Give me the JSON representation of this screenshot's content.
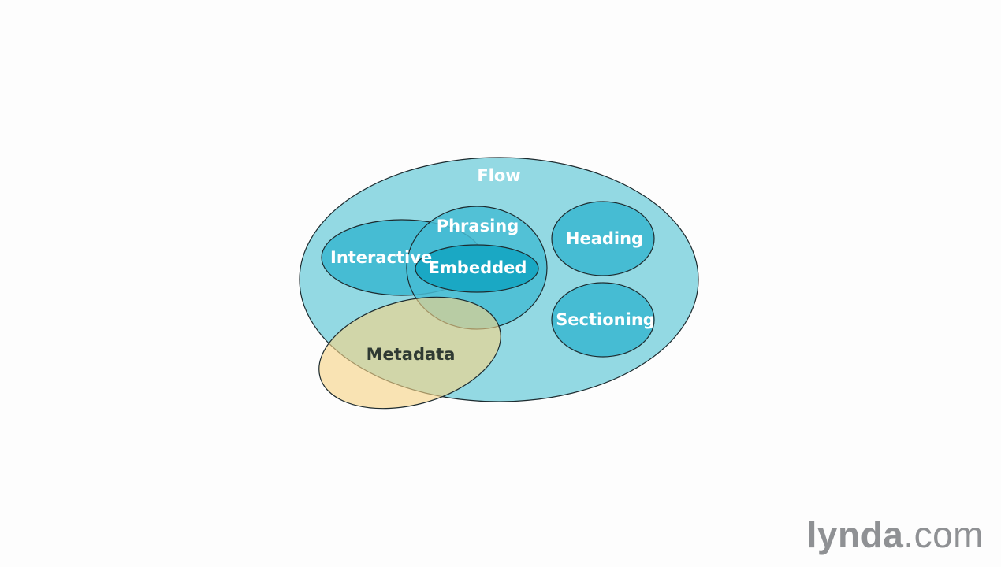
{
  "diagram": {
    "flow": {
      "label": "Flow",
      "color": "#93d9e3"
    },
    "interactive": {
      "label": "Interactive",
      "color": "#46bcd3"
    },
    "phrasing": {
      "label": "Phrasing",
      "color": "#46bcd3"
    },
    "embedded": {
      "label": "Embedded",
      "color": "#1aa8c4"
    },
    "heading": {
      "label": "Heading",
      "color": "#46bcd3"
    },
    "sectioning": {
      "label": "Sectioning",
      "color": "#46bcd3"
    },
    "metadata": {
      "label": "Metadata",
      "color": "#f7d486"
    }
  },
  "watermark": {
    "brand": "lynda",
    "suffix": ".com"
  }
}
